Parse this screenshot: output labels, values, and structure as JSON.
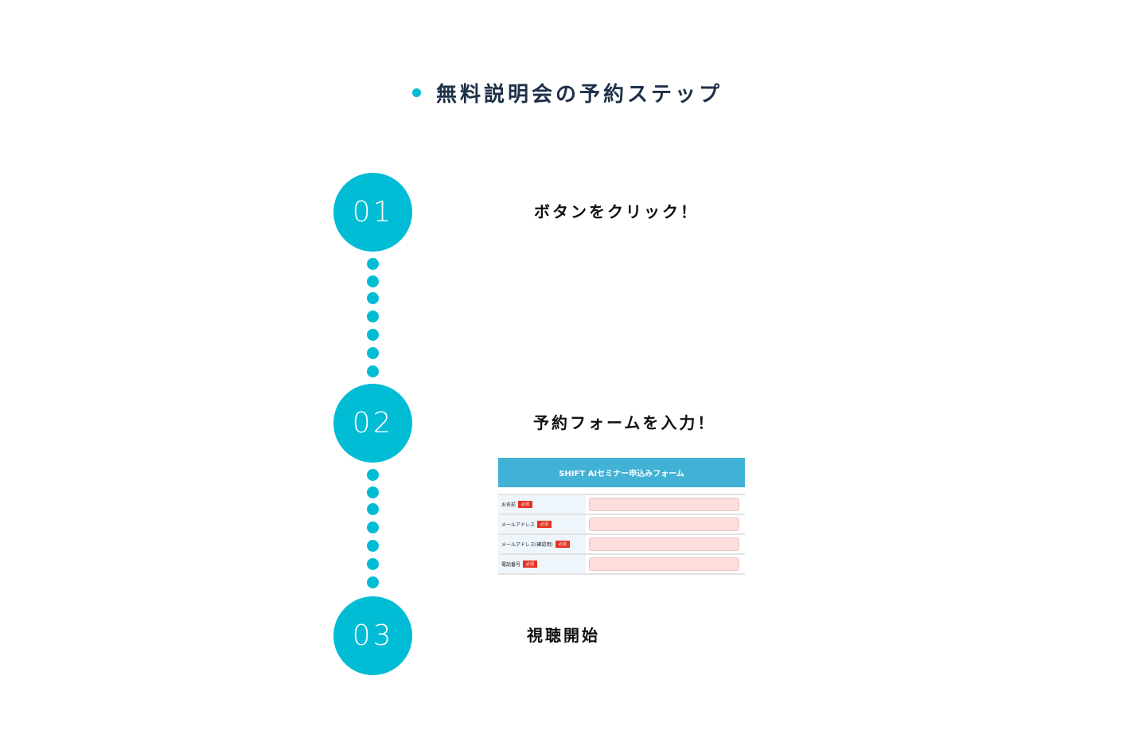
{
  "title": "無料説明会の予約ステップ",
  "steps": [
    {
      "number": "01",
      "label": "ボタンをクリック！"
    },
    {
      "number": "02",
      "label": "予約フォームを入力！"
    },
    {
      "number": "03",
      "label": "視聴開始"
    }
  ],
  "form": {
    "header": "SHIFT AIセミナー申込みフォーム",
    "required": "必須",
    "fields": [
      "お名前",
      "メールアドレス",
      "メールアドレス(確認用)",
      "電話番号"
    ]
  },
  "colors": {
    "accent": "#00bcd4",
    "title": "#1e3048",
    "form_header": "#42b1d6",
    "required": "#e53323"
  }
}
